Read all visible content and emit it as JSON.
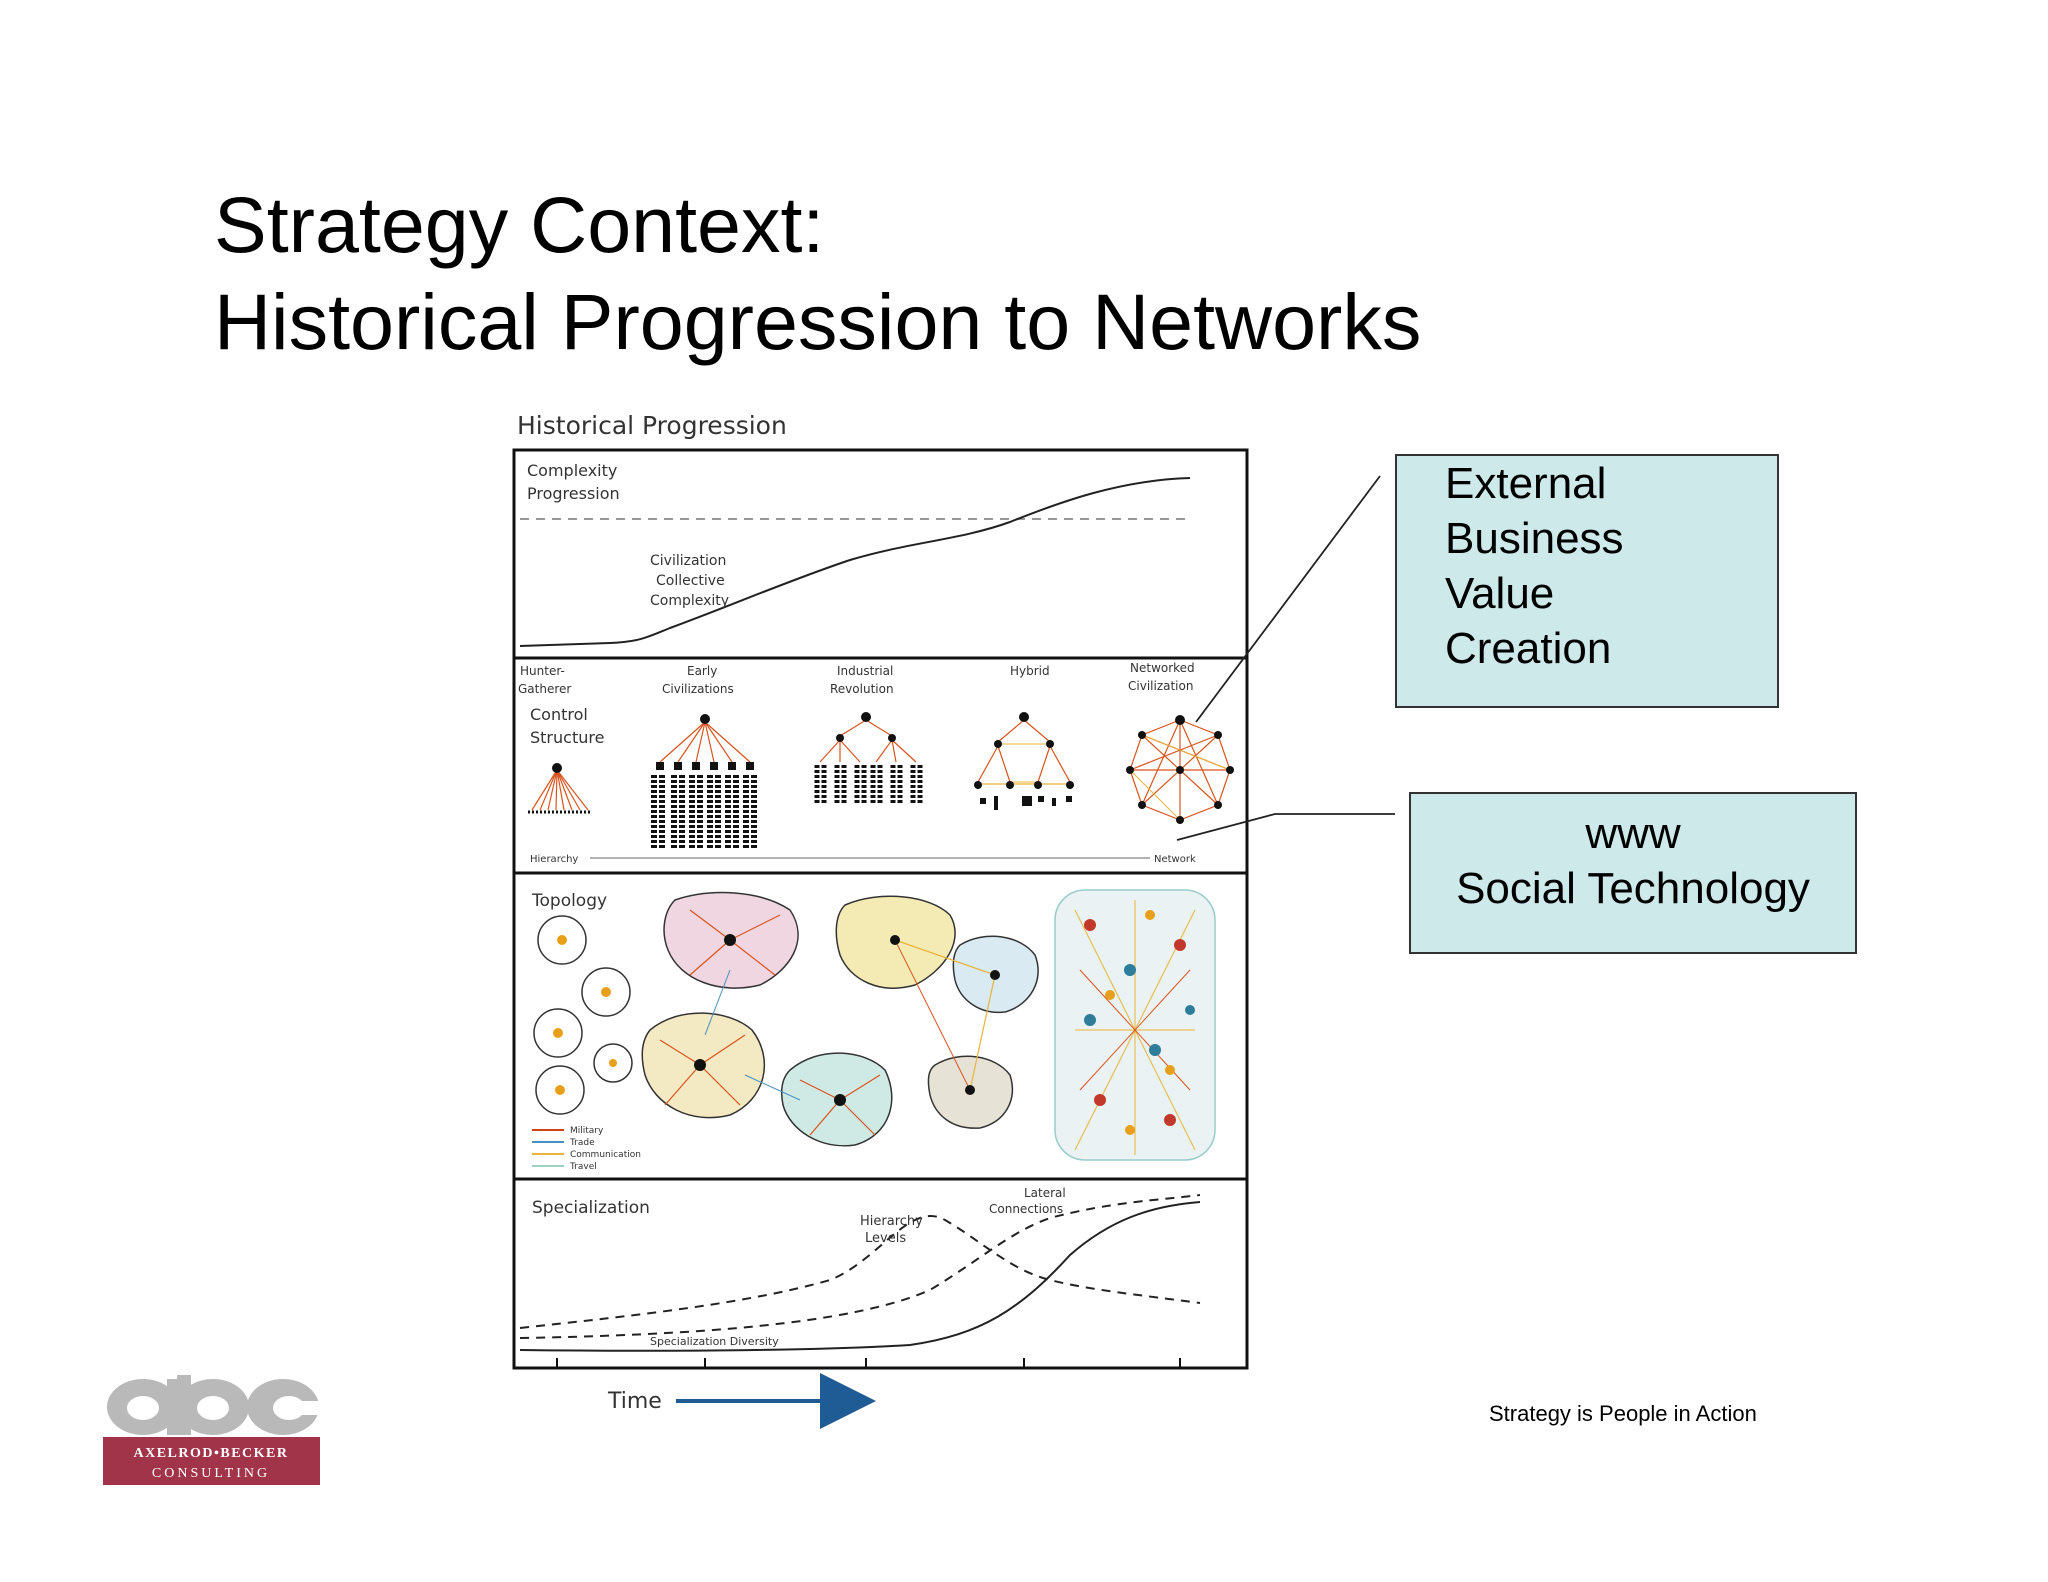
{
  "slide": {
    "title_line1": "Strategy Context:",
    "title_line2": "Historical Progression to Networks",
    "footer_tagline": "Strategy is People in Action"
  },
  "callouts": {
    "external": [
      "External",
      "Business",
      "Value",
      "Creation"
    ],
    "www_line1": "www",
    "www_line2": "Social Technology"
  },
  "figure": {
    "title": "Historical Progression",
    "panel_complexity": {
      "label_line1": "Complexity",
      "label_line2": "Progression",
      "curve_label_line1": "Civilization",
      "curve_label_line2": "Collective",
      "curve_label_line3": "Complexity"
    },
    "panel_control": {
      "label_line1": "Control",
      "label_line2": "Structure",
      "eras": [
        {
          "line1": "Hunter-",
          "line2": "Gatherer"
        },
        {
          "line1": "Early",
          "line2": "Civilizations"
        },
        {
          "line1": "Industrial",
          "line2": "Revolution"
        },
        {
          "line1": "Hybrid",
          "line2": ""
        },
        {
          "line1": "Networked",
          "line2": "Civilization"
        }
      ],
      "axis_left": "Hierarchy",
      "axis_right": "Network"
    },
    "panel_topology": {
      "label": "Topology",
      "legend": [
        {
          "name": "Military",
          "color": "#d0421b"
        },
        {
          "name": "Trade",
          "color": "#4a8fc0"
        },
        {
          "name": "Communication",
          "color": "#e8b43a"
        },
        {
          "name": "Travel",
          "color": "#9fd0c0"
        }
      ]
    },
    "panel_specialization": {
      "label": "Specialization",
      "hierarchy_line1": "Hierarchy",
      "hierarchy_line2": "Levels",
      "lateral_line1": "Lateral",
      "lateral_line2": "Connections",
      "diversity": "Specialization Diversity"
    },
    "time_label": "Time"
  },
  "logo": {
    "letters": "abc",
    "line1": "AXELROD•BECKER",
    "line2": "CONSULTING",
    "color": "#a2344a"
  },
  "colors": {
    "callout_fill": "#cde9ea",
    "arrow_blue": "#1f5b95",
    "link_orange": "#d9541e"
  }
}
